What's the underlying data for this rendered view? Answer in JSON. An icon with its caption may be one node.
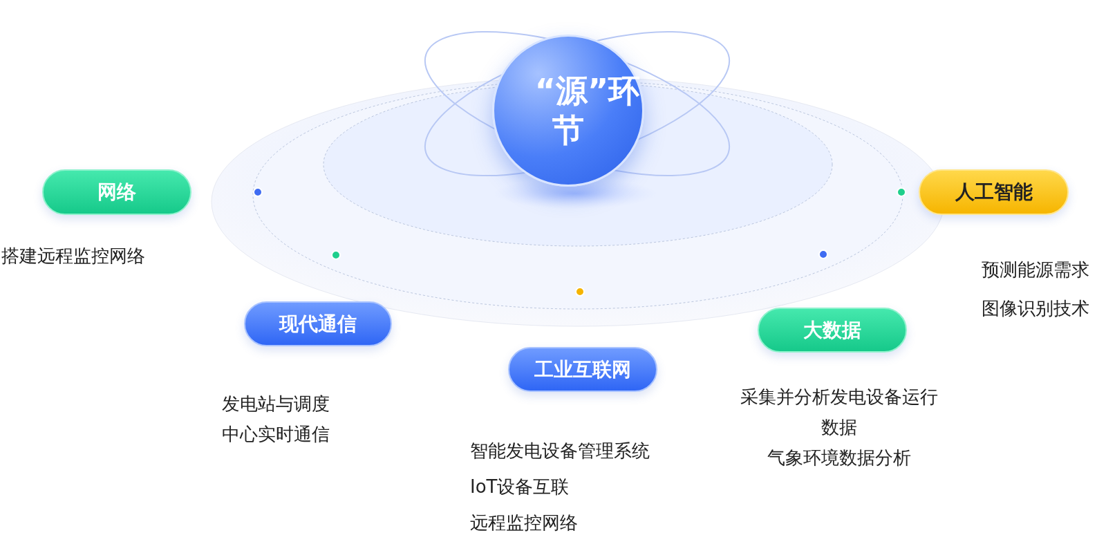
{
  "diagram": {
    "nodes": [
      {
        "text": [
          "“源”环节"
        ]
      },
      {
        "text": [
          "网络"
        ],
        "beside": [
          "搭建远程监控网络"
        ]
      },
      {
        "text": [
          "人工智能"
        ],
        "beside": [
          "预测能源需求",
          "图像识别技术"
        ]
      },
      {
        "text": [
          "现代通信"
        ],
        "beside": [
          "发电站与调度中心实时通信"
        ]
      },
      {
        "text": [
          "大数据"
        ],
        "beside": [
          "采集并分析发电设备运行数据",
          "气象环境数据分析"
        ]
      },
      {
        "text": [
          "工业互联网"
        ],
        "beside": [
          "智能发电设备管理系统",
          "IoT设备互联",
          "远程监控网络"
        ]
      }
    ]
  }
}
